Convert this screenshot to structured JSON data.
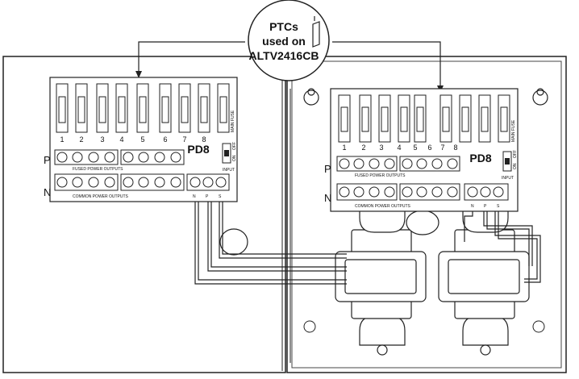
{
  "callout": {
    "line1": "PTCs",
    "line2": "used on",
    "line3": "ALTV2416CB"
  },
  "boards": [
    {
      "name": "PD8",
      "fuse_numbers": [
        "1",
        "2",
        "3",
        "4",
        "5",
        "6",
        "7",
        "8"
      ],
      "main_fuse_label": "MAIN FUSE",
      "row_p": "P",
      "row_n": "N",
      "fused_outputs_label": "FUSED POWER OUTPUTS",
      "common_outputs_label": "COMMON POWER OUTPUTS",
      "input_label": "INPUT",
      "on_label": "ON",
      "off_label": "OFF",
      "input_terminals": [
        "N",
        "P",
        "S"
      ]
    },
    {
      "name": "PD8",
      "fuse_numbers": [
        "1",
        "2",
        "3",
        "4",
        "5",
        "6",
        "7",
        "8"
      ],
      "main_fuse_label": "MAIN FUSE",
      "row_p": "P",
      "row_n": "N",
      "fused_outputs_label": "FUSED POWER OUTPUTS",
      "common_outputs_label": "COMMON POWER OUTPUTS",
      "input_label": "INPUT",
      "on_label": "ON",
      "off_label": "OFF",
      "input_terminals": [
        "N",
        "P",
        "S"
      ]
    }
  ]
}
